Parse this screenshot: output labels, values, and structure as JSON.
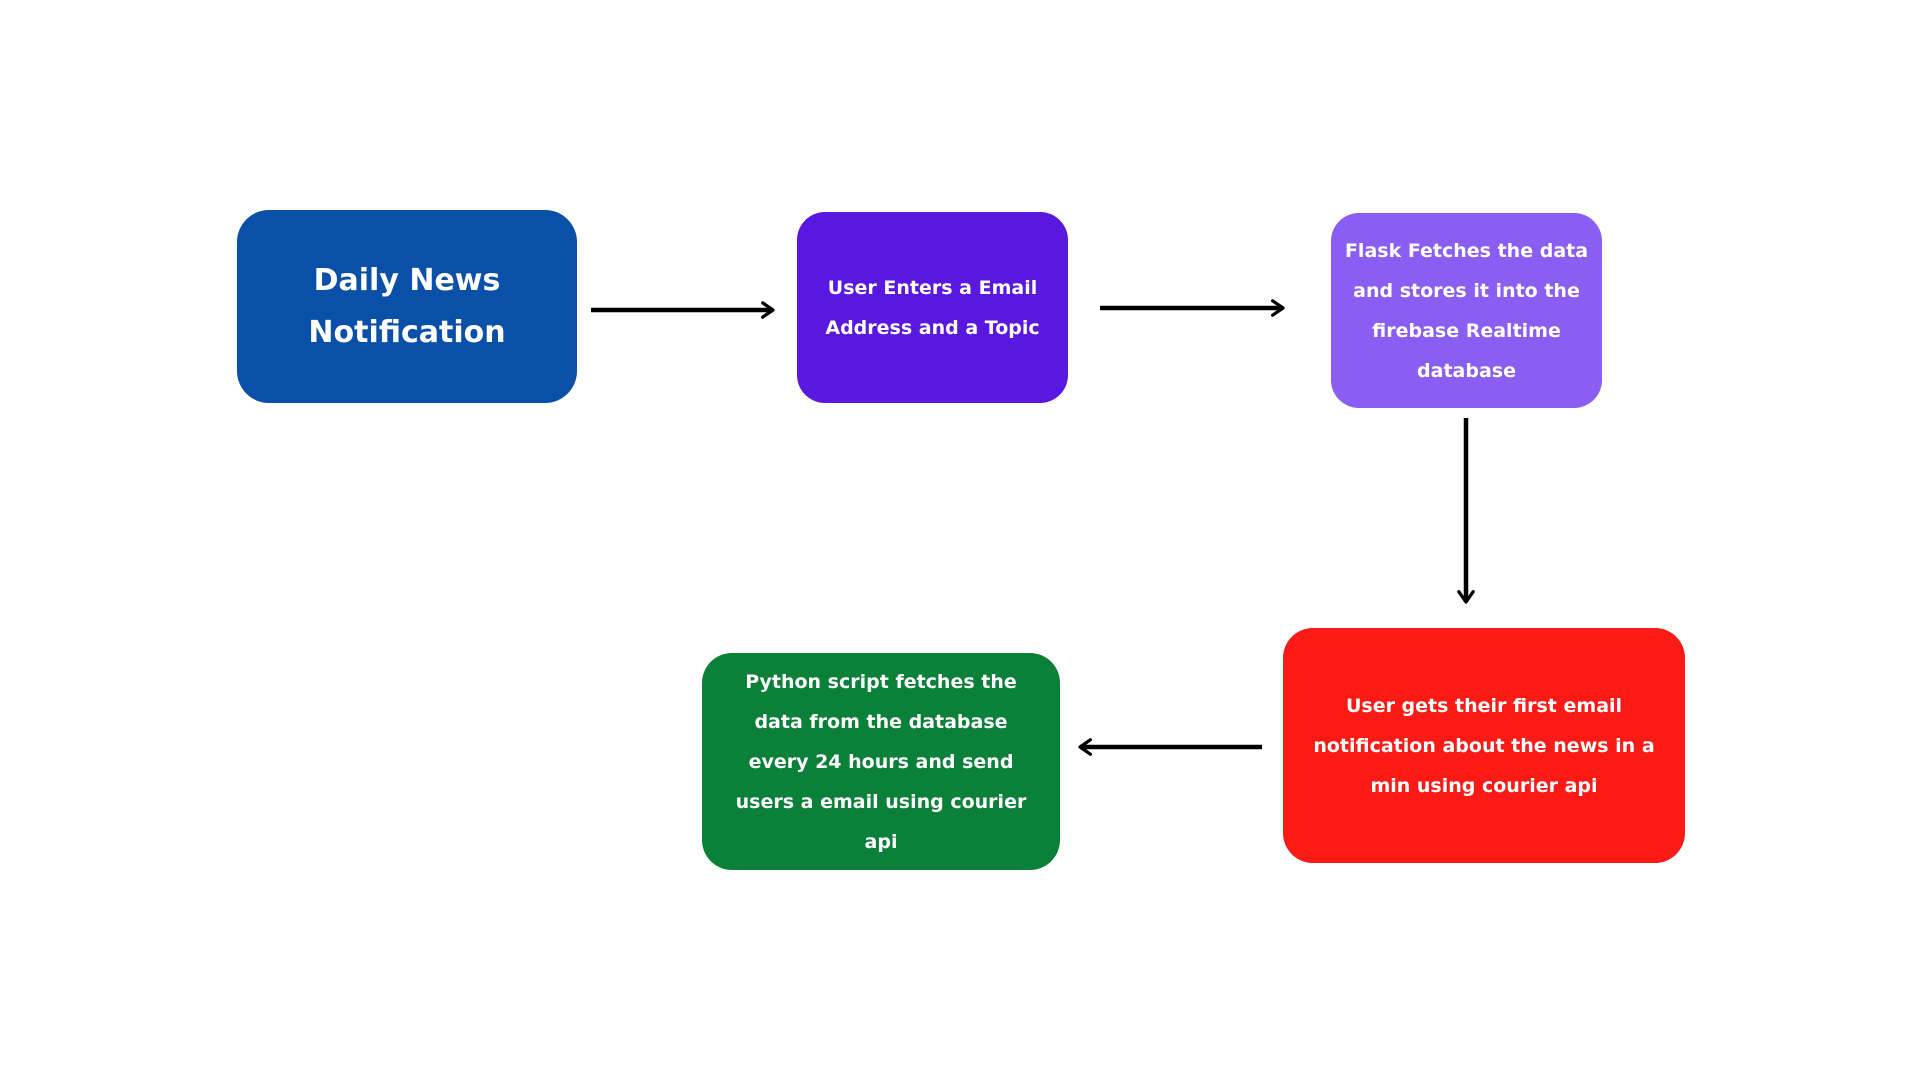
{
  "diagram": {
    "background_color": "#ffffff",
    "connector_color": "#000000",
    "nodes": [
      {
        "id": "daily-news",
        "label": "Daily News\nNotification",
        "fill_color": "#0b50a8",
        "text_color": "#ffffff"
      },
      {
        "id": "user-enters",
        "label": "User Enters a Email\nAddress and a Topic",
        "fill_color": "#5a17e0",
        "text_color": "#ffffff"
      },
      {
        "id": "flask-fetches",
        "label": "Flask Fetches the data\nand stores it into the\nfirebase Realtime\ndatabase",
        "fill_color": "#8a5ef3",
        "text_color": "#ffffff"
      },
      {
        "id": "user-gets-email",
        "label": "User gets their first email\nnotification about the news in a\nmin using courier api",
        "fill_color": "#fb1a15",
        "text_color": "#ffffff"
      },
      {
        "id": "python-script",
        "label": "Python script fetches the\ndata from the database\nevery 24 hours and send\nusers a email using courier\napi",
        "fill_color": "#0b8038",
        "text_color": "#ffffff"
      }
    ],
    "connectors": [
      {
        "from": "daily-news",
        "to": "user-enters",
        "direction": "right"
      },
      {
        "from": "user-enters",
        "to": "flask-fetches",
        "direction": "right"
      },
      {
        "from": "flask-fetches",
        "to": "user-gets-email",
        "direction": "down"
      },
      {
        "from": "user-gets-email",
        "to": "python-script",
        "direction": "left"
      }
    ]
  }
}
